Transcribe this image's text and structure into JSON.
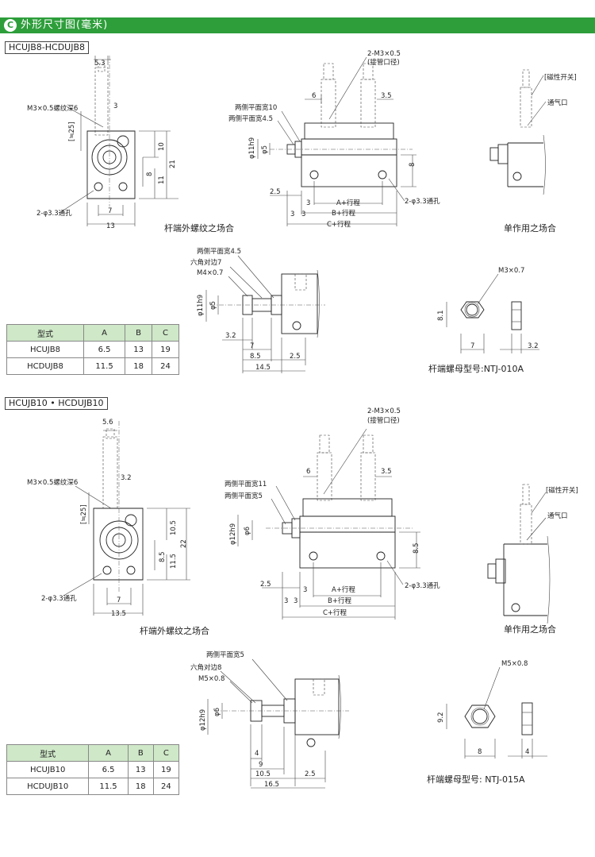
{
  "header": {
    "badge": "C",
    "title": "外形尺寸图(毫米)"
  },
  "sections": [
    {
      "model": "HCUJB8-HCDUJB8",
      "top_left_labels": {
        "w1": "5.3",
        "thread": "M3×0.5螺纹深6",
        "d3": "3",
        "eq25": "[≒25]",
        "h10": "10",
        "h21": "21",
        "h8": "8",
        "h11": "11",
        "holes": "2-φ3.3通孔",
        "w7": "7",
        "w13": "13"
      },
      "top_mid_labels": {
        "port": "2-M3×0.5",
        "port_sub": "(接管口径)",
        "flat10": "两侧平面宽10",
        "flat45": "两侧平面宽4.5",
        "w6": "6",
        "w35": "3.5",
        "rod": "φ11h9",
        "rod5": "φ5",
        "h8": "8",
        "d25": "2.5",
        "d3": "3",
        "d3b": "3",
        "d3c": "3",
        "a_stroke": "A+行程",
        "b_stroke": "B+行程",
        "c_stroke": "C+行程",
        "holes": "2-φ3.3通孔"
      },
      "top_right_labels": {
        "switch": "[磁性开关]",
        "vent": "通气口"
      },
      "caption_left": "杆端外螺纹之场合",
      "caption_right": "单作用之场合",
      "rod_labels": {
        "flat": "两侧平面宽4.5",
        "hex": "六角对边7",
        "thread": "M4×0.7",
        "rod": "φ11h9",
        "rod5": "φ5",
        "d32": "3.2",
        "d7": "7",
        "d85": "8.5",
        "d25": "2.5",
        "d145": "14.5"
      },
      "nut_labels": {
        "thread": "M3×0.7",
        "h": "8.1",
        "w": "7",
        "t": "3.2"
      },
      "nut_caption": "杆端螺母型号:NTJ-010A",
      "table": {
        "headers": [
          "型式",
          "A",
          "B",
          "C"
        ],
        "rows": [
          [
            "HCUJB8",
            "6.5",
            "13",
            "19"
          ],
          [
            "HCDUJB8",
            "11.5",
            "18",
            "24"
          ]
        ]
      }
    },
    {
      "model": "HCUJB10 • HCDUJB10",
      "top_left_labels": {
        "w1": "5.6",
        "thread": "M3×0.5螺纹深6",
        "d3": "3.2",
        "eq25": "[≒25]",
        "h10": "10.5",
        "h21": "22",
        "h8": "8.5",
        "h11": "11.5",
        "holes": "2-φ3.3通孔",
        "w7": "7",
        "w13": "13.5"
      },
      "top_mid_labels": {
        "port": "2-M3×0.5",
        "port_sub": "(接管口径)",
        "flat10": "两侧平面宽11",
        "flat45": "两侧平面宽5",
        "w6": "6",
        "w35": "3.5",
        "rod": "φ12h9",
        "rod5": "φ6",
        "h8": "8.5",
        "d25": "2.5",
        "d3": "3",
        "d3b": "3",
        "d3c": "3",
        "a_stroke": "A+行程",
        "b_stroke": "B+行程",
        "c_stroke": "C+行程",
        "holes": "2-φ3.3通孔"
      },
      "top_right_labels": {
        "switch": "[磁性开关]",
        "vent": "通气口"
      },
      "caption_left": "杆端外螺纹之场合",
      "caption_right": "单作用之场合",
      "rod_labels": {
        "flat": "两侧平面宽5",
        "hex": "六角对边8",
        "thread": "M5×0.8",
        "rod": "φ12h9",
        "rod5": "φ6",
        "d32": "4",
        "d7": "9",
        "d85": "10.5",
        "d25": "2.5",
        "d145": "16.5"
      },
      "nut_labels": {
        "thread": "M5×0.8",
        "h": "9.2",
        "w": "8",
        "t": "4"
      },
      "nut_caption": "杆端螺母型号: NTJ-015A",
      "table": {
        "headers": [
          "型式",
          "A",
          "B",
          "C"
        ],
        "rows": [
          [
            "HCUJB10",
            "6.5",
            "13",
            "19"
          ],
          [
            "HCDUJB10",
            "11.5",
            "18",
            "24"
          ]
        ]
      }
    }
  ],
  "colors": {
    "header": "#2e9e3b",
    "table_header": "#cfe8c8"
  }
}
